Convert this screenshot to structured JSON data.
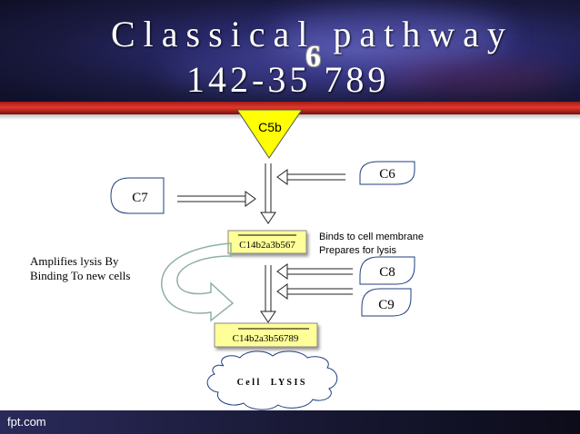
{
  "slide": {
    "title_line1": "Classical pathway",
    "title_line2": "142-35 789",
    "title_sup": "6",
    "footer": "fpt.com"
  },
  "diagram": {
    "c5b": "C5b",
    "c6": "C6",
    "c7": "C7",
    "complex1": "C14b2a3b567",
    "annotation": [
      "Binds to cell membrane",
      "Prepares for lysis"
    ],
    "amplify": [
      "Amplifies  lysis  By",
      "Binding  To new cells"
    ],
    "c8": "C8",
    "c9": "C9",
    "complex2": "C14b2a3b56789",
    "lysis": "C e l l     L Y S I S"
  },
  "colors": {
    "accent_yellow": "#ffff00",
    "complex_fill": "#ffff99",
    "red_bar": "#c02020",
    "header_dark": "#1a1a40"
  }
}
